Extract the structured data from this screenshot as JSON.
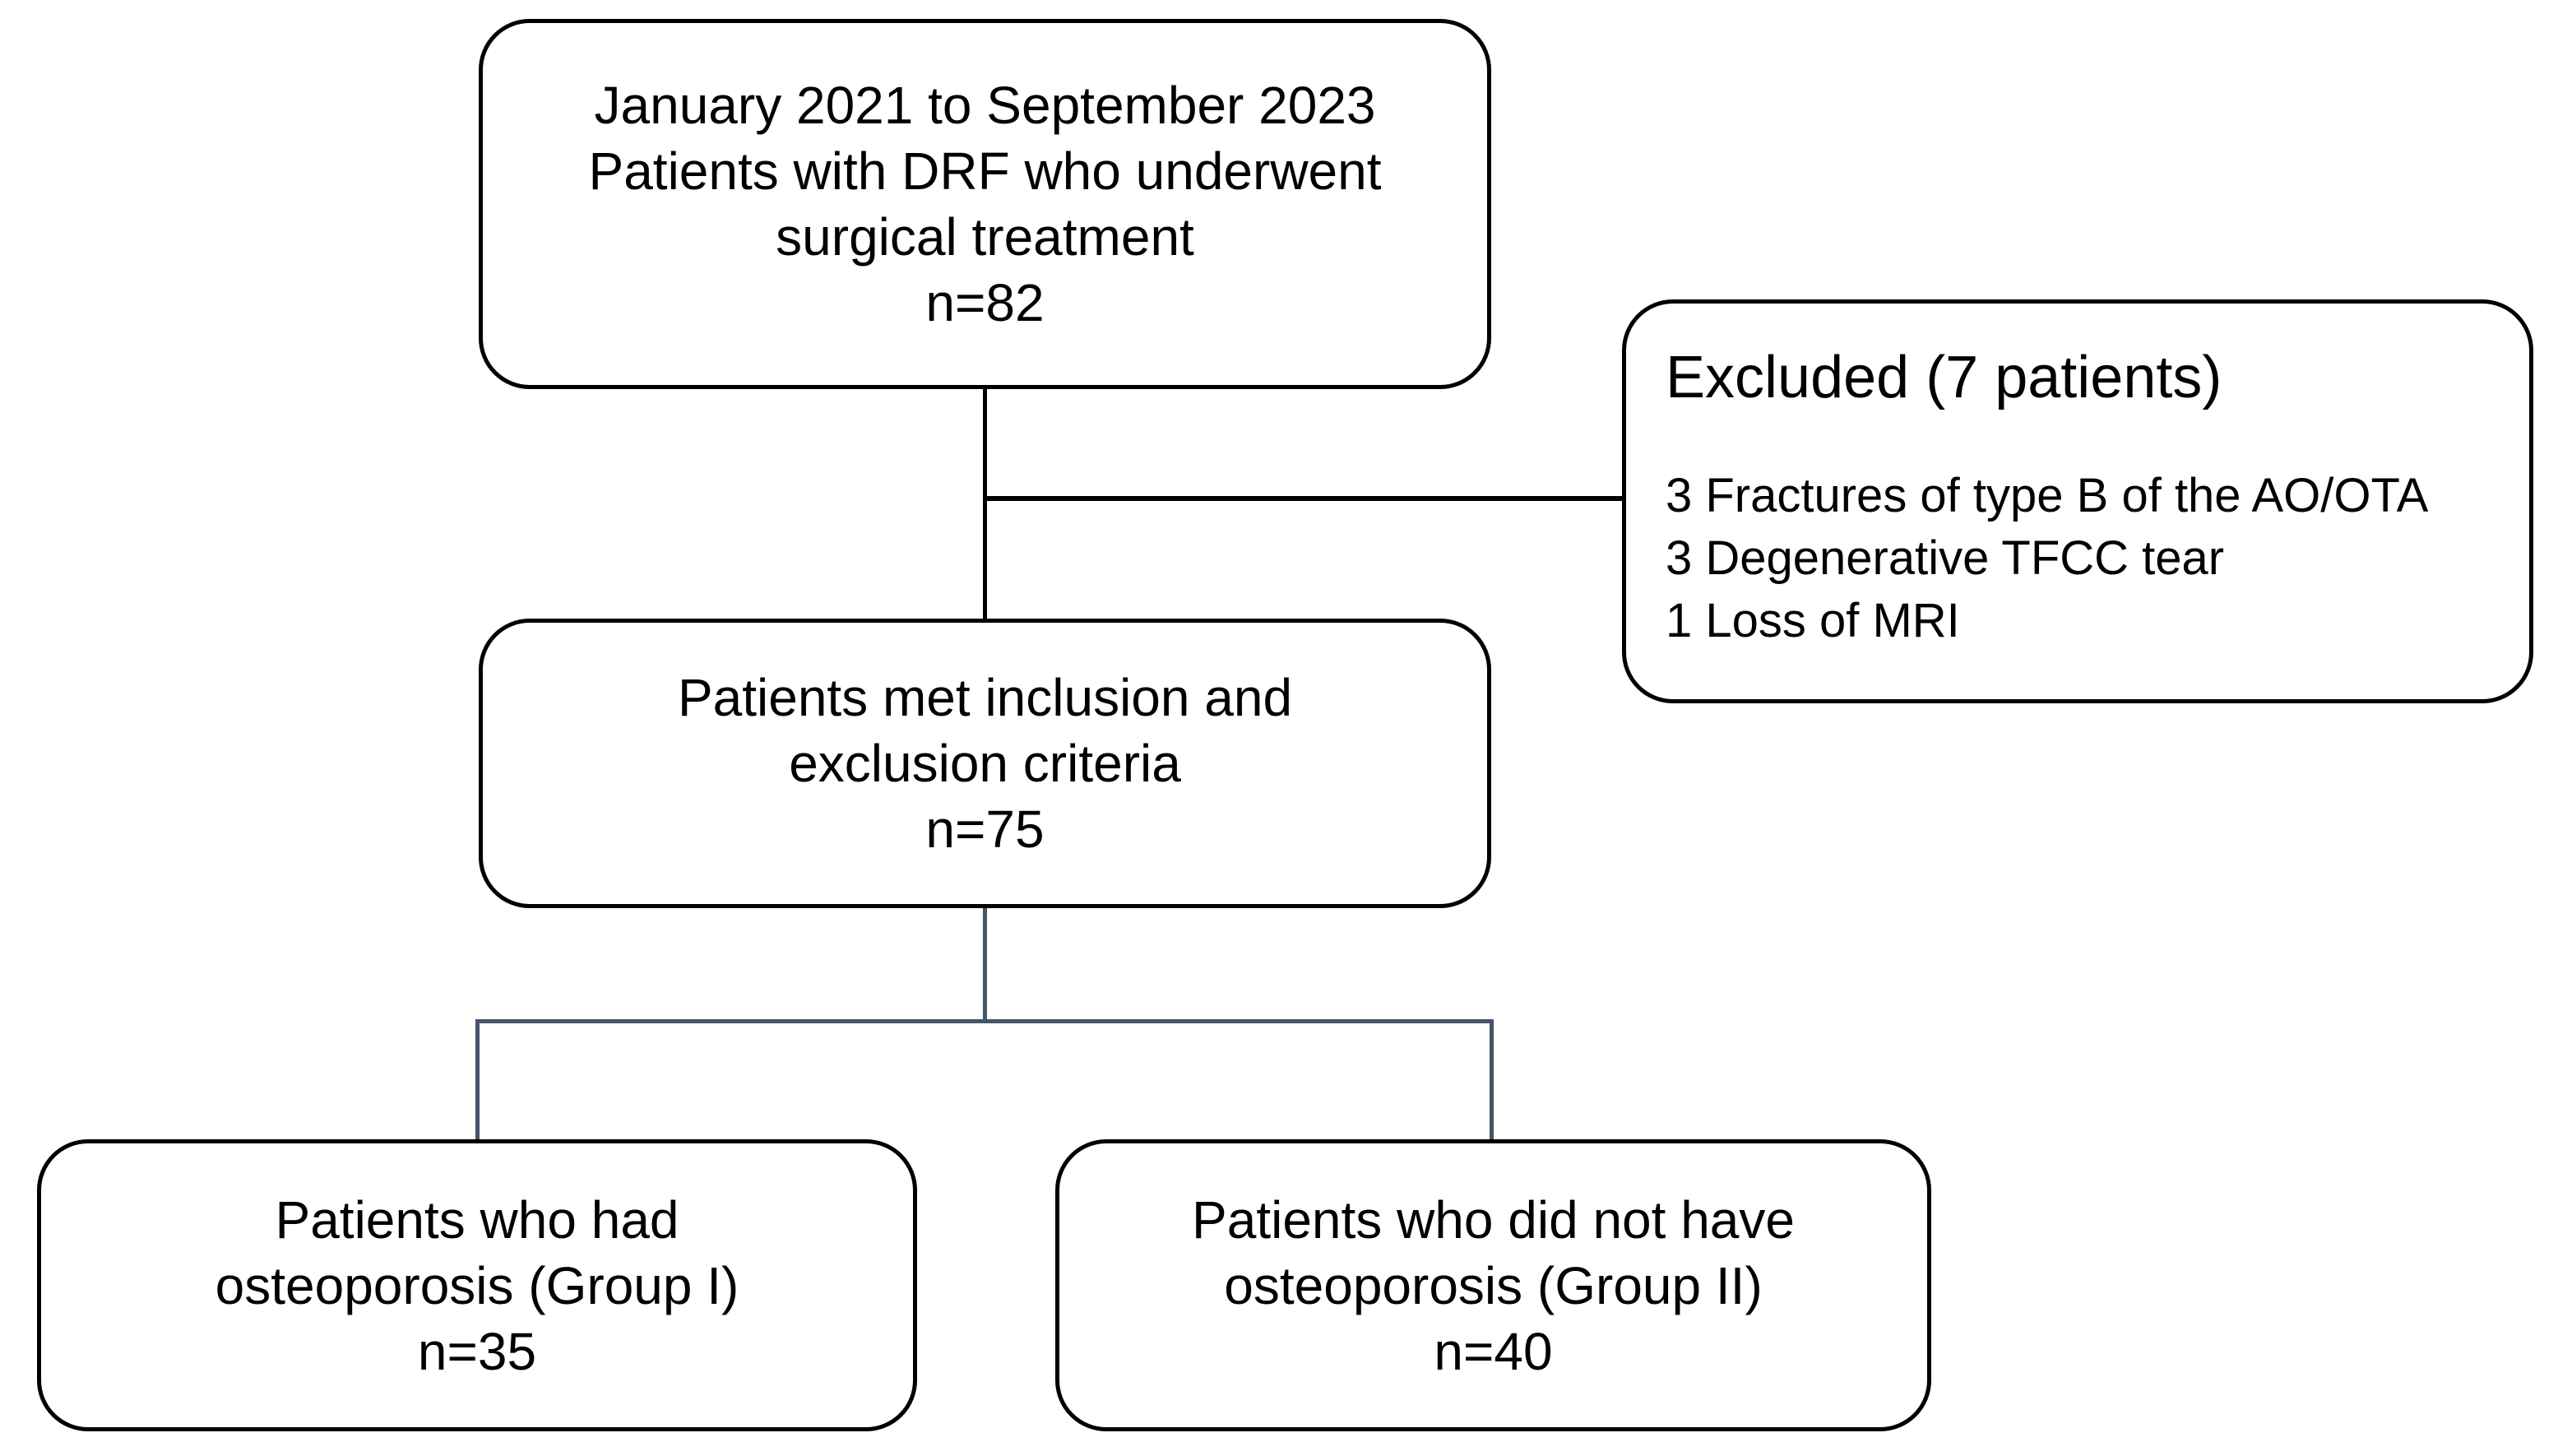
{
  "diagram": {
    "nodes": {
      "enrollment": {
        "lines": [
          "January 2021 to September 2023",
          "Patients with DRF who underwent",
          "surgical treatment",
          "n=82"
        ]
      },
      "excluded": {
        "heading": "Excluded (7 patients)",
        "items": [
          "3 Fractures of type B of the AO/OTA",
          "3 Degenerative TFCC tear",
          "1 Loss of MRI"
        ]
      },
      "eligible": {
        "lines": [
          "Patients met inclusion and",
          "exclusion criteria",
          "n=75"
        ]
      },
      "group_i": {
        "lines": [
          "Patients who had",
          "osteoporosis (Group I)",
          "n=35"
        ]
      },
      "group_ii": {
        "lines": [
          "Patients who did not have",
          "osteoporosis (Group II)",
          "n=40"
        ]
      }
    },
    "colors": {
      "background": "#ffffff",
      "text": "#000000",
      "box_border": "#000000",
      "connector_primary": "#000000",
      "connector_secondary": "#44546a"
    }
  }
}
